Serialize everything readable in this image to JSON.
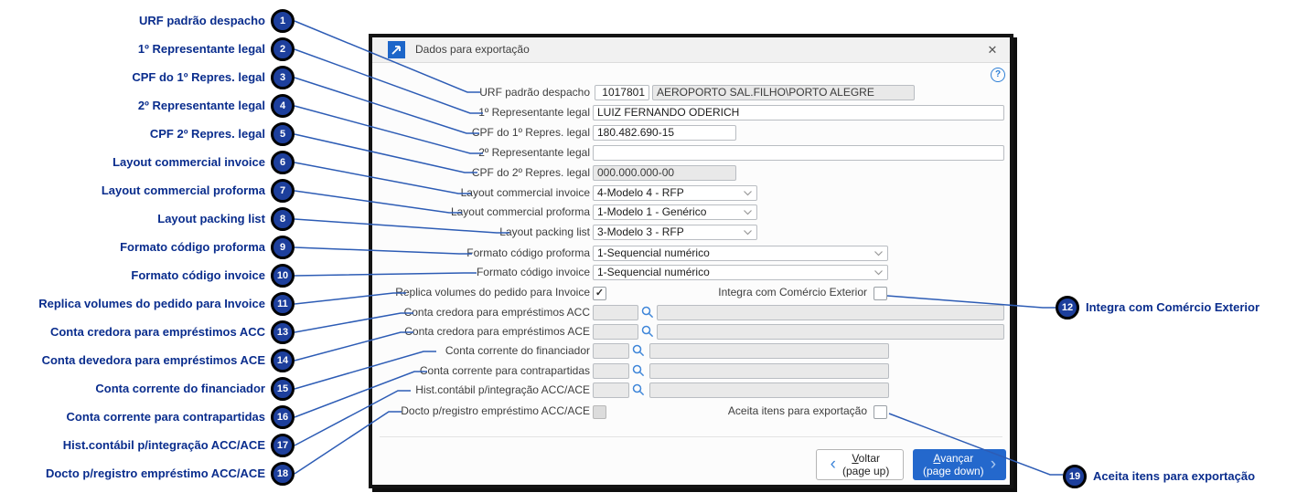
{
  "window": {
    "title": "Dados para exportação",
    "close_glyph": "✕",
    "help_glyph": "?"
  },
  "form": {
    "urf_label": "URF padrão despacho",
    "urf_code": "1017801",
    "urf_desc": "AEROPORTO SAL.FILHO\\PORTO ALEGRE",
    "rep1_label": "1º Representante legal",
    "rep1_value": "LUIZ FERNANDO ODERICH",
    "cpf1_label": "CPF do 1º Repres. legal",
    "cpf1_value": "180.482.690-15",
    "rep2_label": "2º Representante legal",
    "rep2_value": "",
    "cpf2_label": "CPF do 2º Repres. legal",
    "cpf2_value": "000.000.000-00",
    "layout_invoice_label": "Layout commercial invoice",
    "layout_invoice_value": "4-Modelo 4 - RFP",
    "layout_proforma_label": "Layout commercial proforma",
    "layout_proforma_value": "1-Modelo 1 - Genérico",
    "packing_label": "Layout packing list",
    "packing_value": "3-Modelo 3 - RFP",
    "formato_proforma_label": "Formato código proforma",
    "formato_proforma_value": "1-Sequencial numérico",
    "formato_invoice_label": "Formato código invoice",
    "formato_invoice_value": "1-Sequencial numérico",
    "replica_label": "Replica volumes do pedido para Invoice",
    "replica_check": "✓",
    "integra_label": "Integra com Comércio Exterior",
    "acc_label": "Conta credora para empréstimos ACC",
    "ace_label": "Conta credora para empréstimos ACE",
    "financiador_label": "Conta corrente do financiador",
    "contrapartidas_label": "Conta corrente para contrapartidas",
    "hist_label": "Hist.contábil p/integração ACC/ACE",
    "docto_label": "Docto p/registro empréstimo ACC/ACE",
    "aceita_label": "Aceita itens para exportação"
  },
  "buttons": {
    "voltar_key": "V",
    "voltar_rest": "oltar",
    "voltar_sub": "(page up)",
    "voltar_chevron": "‹",
    "avancar_key": "A",
    "avancar_rest": "vançar",
    "avancar_sub": "(page down)",
    "avancar_chevron": "›"
  },
  "callouts_left": [
    {
      "num": "1",
      "label": "URF padrão despacho"
    },
    {
      "num": "2",
      "label": "1º Representante legal"
    },
    {
      "num": "3",
      "label": "CPF do 1º Repres. legal"
    },
    {
      "num": "4",
      "label": "2º Representante legal"
    },
    {
      "num": "5",
      "label": "CPF 2º Repres. legal"
    },
    {
      "num": "6",
      "label": "Layout commercial invoice"
    },
    {
      "num": "7",
      "label": "Layout commercial proforma"
    },
    {
      "num": "8",
      "label": "Layout packing list"
    },
    {
      "num": "9",
      "label": "Formato código proforma"
    },
    {
      "num": "10",
      "label": "Formato código invoice"
    },
    {
      "num": "11",
      "label": "Replica volumes do pedido para Invoice"
    },
    {
      "num": "13",
      "label": "Conta credora para empréstimos ACC"
    },
    {
      "num": "14",
      "label": "Conta devedora para empréstimos ACE"
    },
    {
      "num": "15",
      "label": "Conta corrente do financiador"
    },
    {
      "num": "16",
      "label": "Conta corrente para contrapartidas"
    },
    {
      "num": "17",
      "label": "Hist.contábil p/integração ACC/ACE"
    },
    {
      "num": "18",
      "label": "Docto p/registro empréstimo ACC/ACE"
    }
  ],
  "callouts_right": [
    {
      "num": "12",
      "label": "Integra com Comércio Exterior"
    },
    {
      "num": "19",
      "label": "Aceita itens para exportação"
    }
  ],
  "colors": {
    "accent_blue": "#2468cc",
    "callout_navy": "#0a2d8d",
    "line_blue": "#2d5cb5",
    "disabled_gray": "#e9e9e9"
  }
}
